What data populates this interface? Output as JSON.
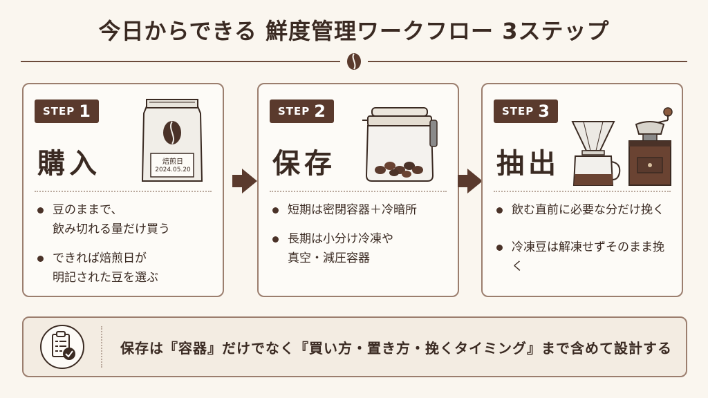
{
  "title": "今日からできる 鮮度管理ワークフロー 3ステップ",
  "steps": [
    {
      "badge_word": "STEP",
      "badge_num": "1",
      "heading": "購入",
      "bag_label_line1": "焙煎日",
      "bag_label_line2": "2024.05.20",
      "bullets": [
        "豆のままで、\n飲み切れる量だけ買う",
        "できれば焙煎日が\n明記された豆を選ぶ"
      ]
    },
    {
      "badge_word": "STEP",
      "badge_num": "2",
      "heading": "保存",
      "bullets": [
        "短期は密閉容器＋冷暗所",
        "長期は小分け冷凍や\n真空・減圧容器"
      ]
    },
    {
      "badge_word": "STEP",
      "badge_num": "3",
      "heading": "抽出",
      "bullets": [
        "飲む直前に必要な分だけ挽く",
        "冷凍豆は解凍せずそのまま挽く"
      ]
    }
  ],
  "footer": {
    "text": "保存は『容器』だけでなく『買い方・置き方・挽くタイミング』まで含めて設計する",
    "icon": "checklist-icon"
  },
  "colors": {
    "primary": "#5a3a2d",
    "background": "#faf6ef",
    "border": "#9b7e6e"
  }
}
